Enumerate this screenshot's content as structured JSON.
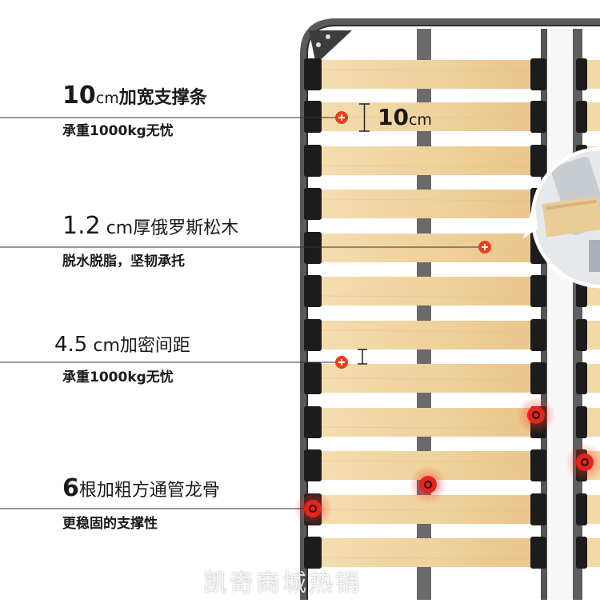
{
  "features": [
    {
      "headline_num": "10",
      "headline_unit": "cm",
      "headline_text": "加宽支撑条",
      "subtitle": "承重1000kg无忧"
    },
    {
      "headline_num": "1.2",
      "headline_unit": " cm",
      "headline_text": "厚俄罗斯松木",
      "subtitle": "脱水脱脂，坚韧承托"
    },
    {
      "headline_num": "4.5",
      "headline_unit": " cm",
      "headline_text": "加密间距",
      "subtitle": "承重1000kg无忧"
    },
    {
      "headline_num": "6",
      "headline_unit": "",
      "headline_text": "根加粗方通管龙骨",
      "subtitle": "更稳固的支撑性"
    }
  ],
  "slat_width_label": {
    "num": "10",
    "unit": "cm"
  },
  "watermark": "凯奇商城热销",
  "colors": {
    "wood_light": "#f2d9a6",
    "wood_dark": "#e3bf82",
    "frame": "#4a4a4a",
    "clip": "#1c1c1c",
    "marker": "#e8401c"
  }
}
